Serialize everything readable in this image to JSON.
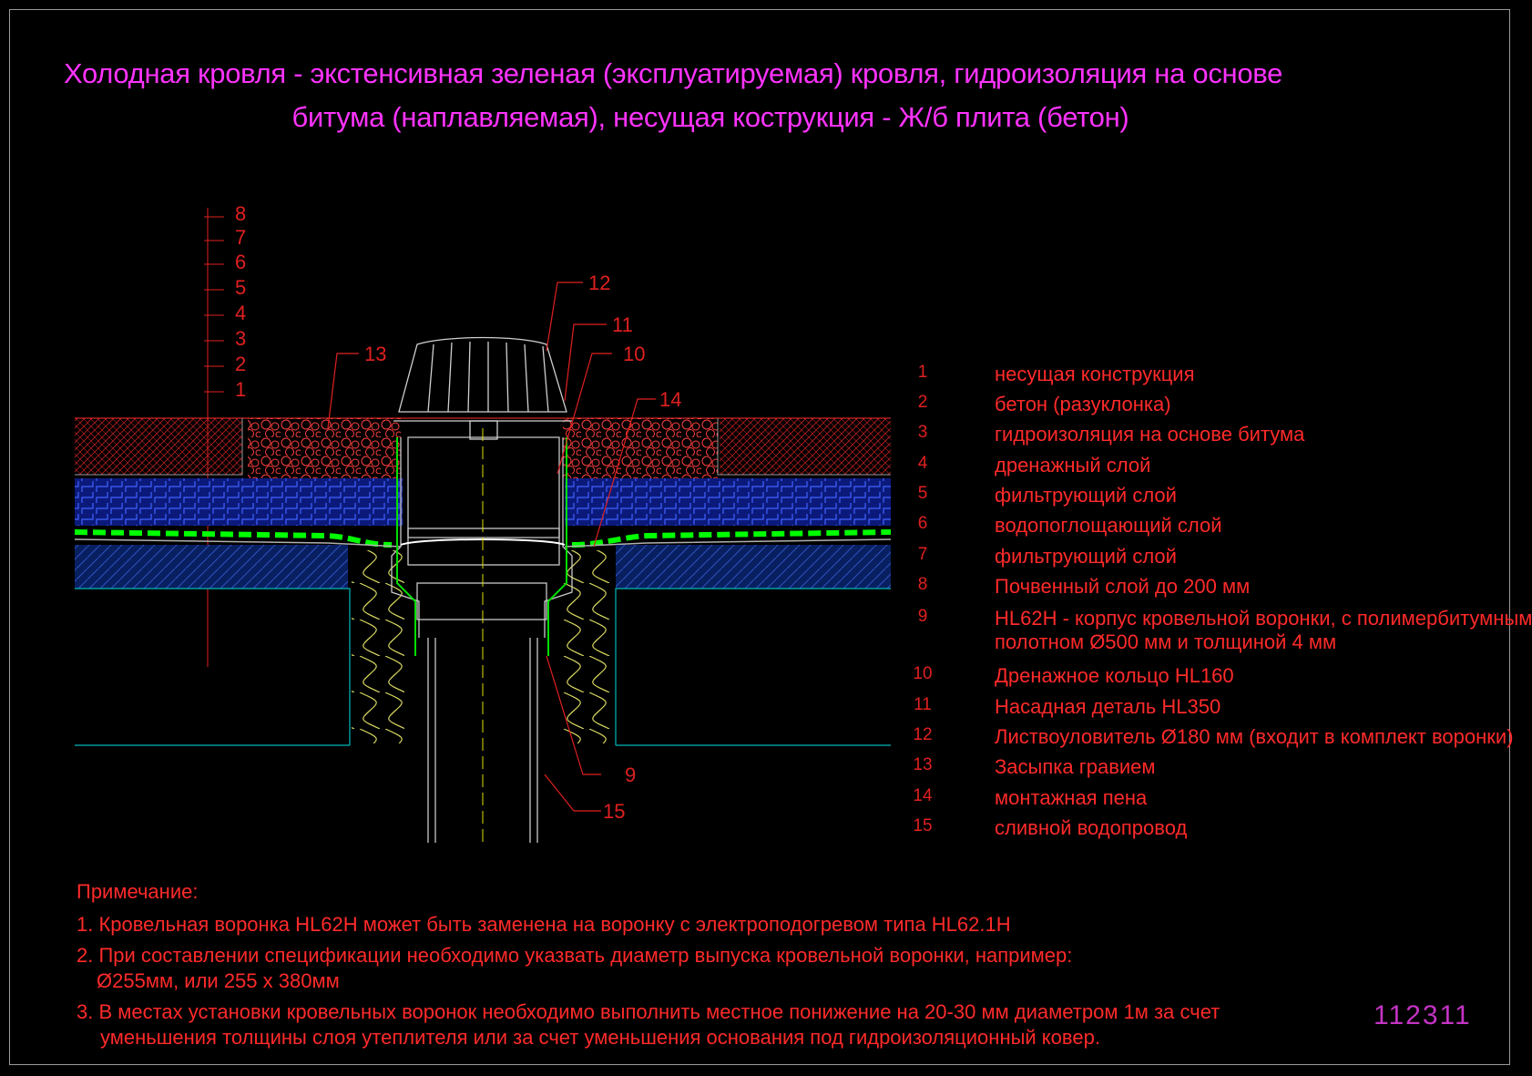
{
  "title_line1": "Холодная кровля - экстенсивная зеленая (эксплуатируемая) кровля, гидроизоляция на основе",
  "title_line2": "битума (наплавляемая), несущая кострукция - Ж/б плита (бетон)",
  "layer_scale": [
    "8",
    "7",
    "6",
    "5",
    "4",
    "3",
    "2",
    "1"
  ],
  "callouts": [
    "12",
    "11",
    "10",
    "13",
    "14",
    "9",
    "15"
  ],
  "legend": [
    {
      "num": "1",
      "text": "несущая конструкция"
    },
    {
      "num": "2",
      "text": "бетон (разуклонка)"
    },
    {
      "num": "3",
      "text": "гидроизоляция на основе битума"
    },
    {
      "num": "4",
      "text": "дренажный слой"
    },
    {
      "num": "5",
      "text": "фильтрующий слой"
    },
    {
      "num": "6",
      "text": "водопоглощающий слой"
    },
    {
      "num": "7",
      "text": "фильтрующий слой"
    },
    {
      "num": "8",
      "text": "Почвенный слой до 200 мм"
    },
    {
      "num": "9",
      "text": "HL62H - корпус кровельной воронки, с полимербитумным",
      "text2": "полотном Ø500 мм и толщиной 4 мм"
    },
    {
      "num": "10",
      "text": "Дренажное кольцо HL160"
    },
    {
      "num": "11",
      "text": "Насадная деталь HL350"
    },
    {
      "num": "12",
      "text": "Листвоуловитель Ø180 мм (входит в комплект воронки)"
    },
    {
      "num": "13",
      "text": "Засыпка гравием"
    },
    {
      "num": "14",
      "text": "монтажная пена"
    },
    {
      "num": "15",
      "text": "сливной водопровод"
    }
  ],
  "notes": {
    "heading": "Примечание:",
    "n1": "1. Кровельная воронка HL62H может быть заменена на воронку с электроподогревом типа HL62.1H",
    "n2a": "2. При составлении спецификации необходимо указвать диаметр выпуска кровельной воронки, например:",
    "n2b": "Ø255мм, или 255 х 380мм",
    "n3a": "3. В местах установки кровельных воронок необходимо выполнить местное понижение на 20-30 мм диаметром 1м за счет",
    "n3b": "уменьшения толщины слоя утеплителя или за счет уменьшения основания под гидроизоляционный ковер."
  },
  "drawing_code": "112311",
  "colors": {
    "background": "#000000",
    "title": "#ff33ff",
    "text": "#ff2a2a",
    "lines": "#00c0c0",
    "membrane": "#00ff00",
    "insulation": "#e0e060",
    "soil": "#ff3333",
    "drainage": "#3040ff"
  }
}
